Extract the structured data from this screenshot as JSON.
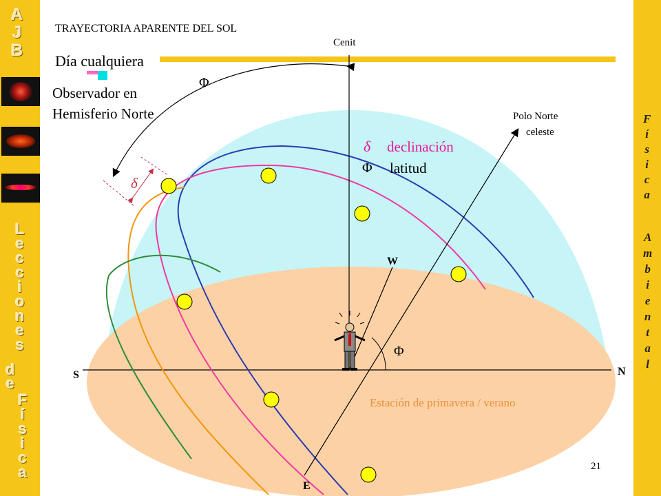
{
  "title": "TRAYECTORIA APARENTE DEL SOL",
  "subtitle": "Día cualquiera",
  "observer_line1": "Observador en",
  "observer_line2": "Hemisferio Norte",
  "labels": {
    "zenith": "Cenit",
    "north_pole_line1": "Polo Norte",
    "north_pole_line2": "celeste",
    "west": "W",
    "east": "E",
    "south": "S",
    "north": "N",
    "phi": "Φ",
    "delta": "δ"
  },
  "legend": {
    "declination_symbol": "δ",
    "declination_text": "declinación",
    "latitude_symbol": "Φ",
    "latitude_text": "latitud"
  },
  "season": "Estación de primavera / verano",
  "page_number": "21",
  "sidebar_left": {
    "logo": [
      "A",
      "J",
      "B"
    ],
    "word1": [
      "L",
      "e",
      "c",
      "c",
      "i",
      "o",
      "n",
      "e",
      "s"
    ],
    "word2": [
      "d",
      "e"
    ],
    "word3": [
      "F",
      "í",
      "s",
      "i",
      "c",
      "a"
    ]
  },
  "sidebar_right": {
    "word1": [
      "F",
      "í",
      "s",
      "i",
      "c",
      "a"
    ],
    "word2": [
      "A",
      "m",
      "b",
      "i",
      "e",
      "n",
      "t",
      "a",
      "l"
    ]
  },
  "colors": {
    "sidebar": "#f5c518",
    "sky": "#c6f4f7",
    "ground": "#fcd1a6",
    "sun": "#ffff00",
    "path_blue": "#2d3bb0",
    "path_magenta": "#f03aa0",
    "path_orange": "#f0960a",
    "path_green": "#2e8c3a",
    "season_text": "#e8903c",
    "declination_text": "#e8189a"
  }
}
